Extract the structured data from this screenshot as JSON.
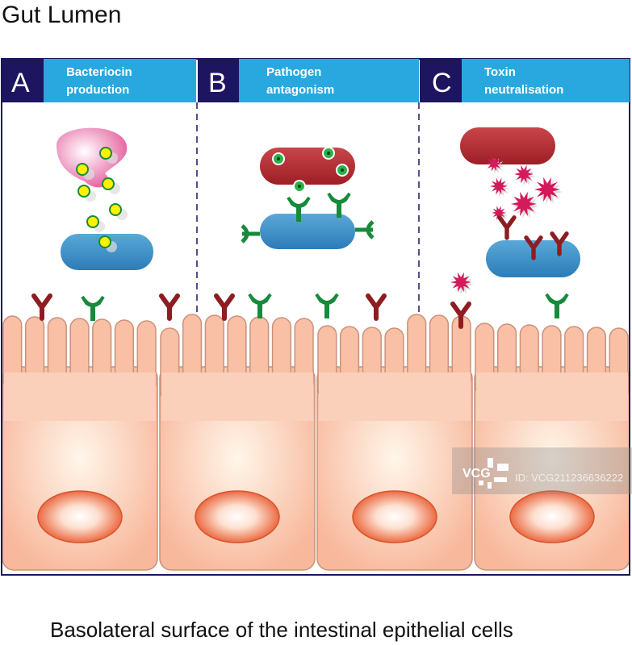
{
  "title": "Gut Lumen",
  "caption": "Basolateral surface of the intestinal epithelial cells",
  "panels": [
    {
      "letter": "A",
      "line1": "Bacteriocin",
      "line2": "production"
    },
    {
      "letter": "B",
      "line1": "Pathogen",
      "line2": "antagonism"
    },
    {
      "letter": "C",
      "line1": "Toxin",
      "line2": "neutralisation"
    }
  ],
  "watermark": {
    "logo": "VCG",
    "id": "ID: VCG211236636222"
  },
  "colors": {
    "navy": "#1d1560",
    "blue": "#29a8e0",
    "cell": "#f9c0a6",
    "nucleus": "#ea6a3c",
    "red": "#8e1d22",
    "green": "#178a3c",
    "toxin": "#d41a5a"
  }
}
